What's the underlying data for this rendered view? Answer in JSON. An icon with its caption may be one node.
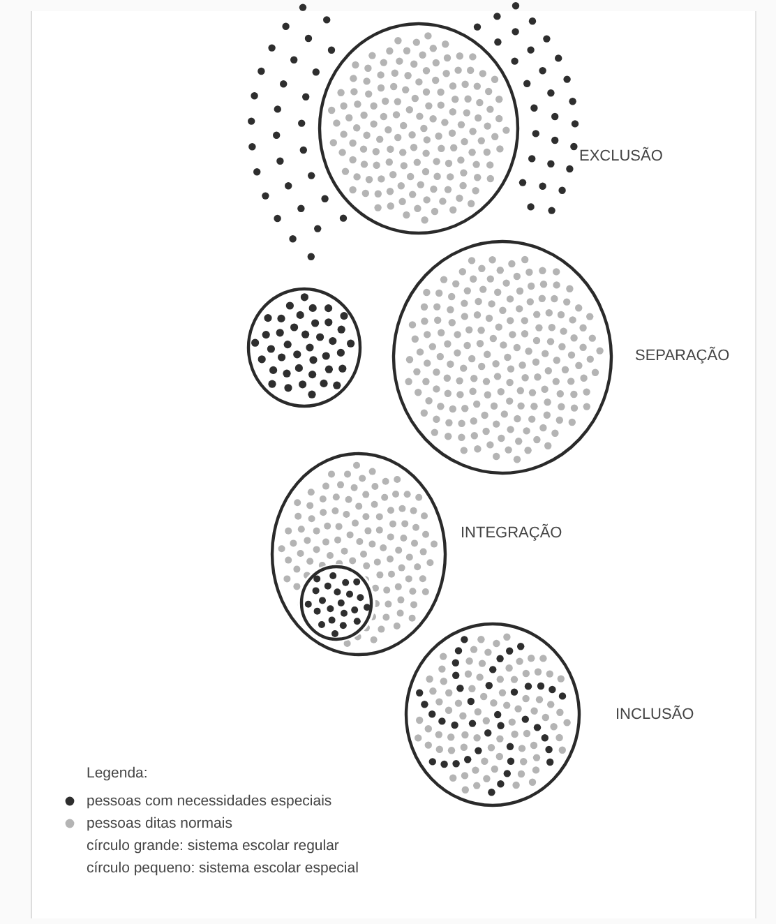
{
  "diagram": {
    "labels": [
      "EXCLUSÃO",
      "SEPARAÇÃO",
      "INTEGRAÇÃO",
      "INCLUSÃO",
      "Legenda:"
    ],
    "legend": [
      {
        "text": "pessoas com necessidades especiais",
        "color": "#2e2e2e"
      },
      {
        "text": "pessoas ditas normais",
        "color": "#b4b4b4"
      },
      {
        "text": "círculo grande: sistema escolar regular"
      },
      {
        "text": "círculo pequeno: sistema escolar especial"
      }
    ]
  }
}
